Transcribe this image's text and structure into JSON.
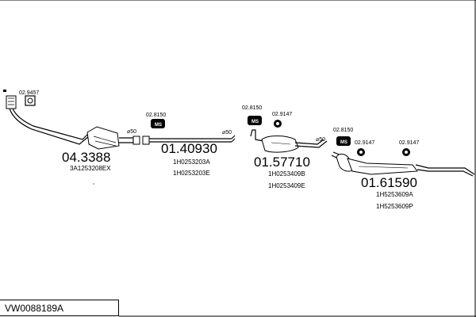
{
  "diagram_ref": "VW0088189A",
  "diameters": {
    "d1": "⌀50",
    "d2": "⌀50",
    "d3": "⌀50"
  },
  "parts": {
    "front_pipe": {
      "main": "04.3388",
      "oe": [
        "3A1253208EX"
      ]
    },
    "middle_pipe": {
      "main": "01.40930",
      "oe": [
        "1H0253203A",
        "1H0253203E"
      ]
    },
    "middle_silencer": {
      "main": "01.57710",
      "oe": [
        "1H0253409B",
        "1H0253409E"
      ]
    },
    "rear_silencer": {
      "main": "01.61590",
      "oe": [
        "1H5253609A",
        "1H5253609P"
      ]
    }
  },
  "accessories": {
    "clamp_front": "02.9457",
    "mount_a": "02.8150",
    "mount_b": "02.8150",
    "mount_c": "02.8150",
    "hanger_a": "02.9147",
    "hanger_b": "02.9147",
    "hanger_c": "02.9147"
  },
  "badge": "MS",
  "colors": {
    "line": "#000000",
    "fill": "#ffffff"
  }
}
